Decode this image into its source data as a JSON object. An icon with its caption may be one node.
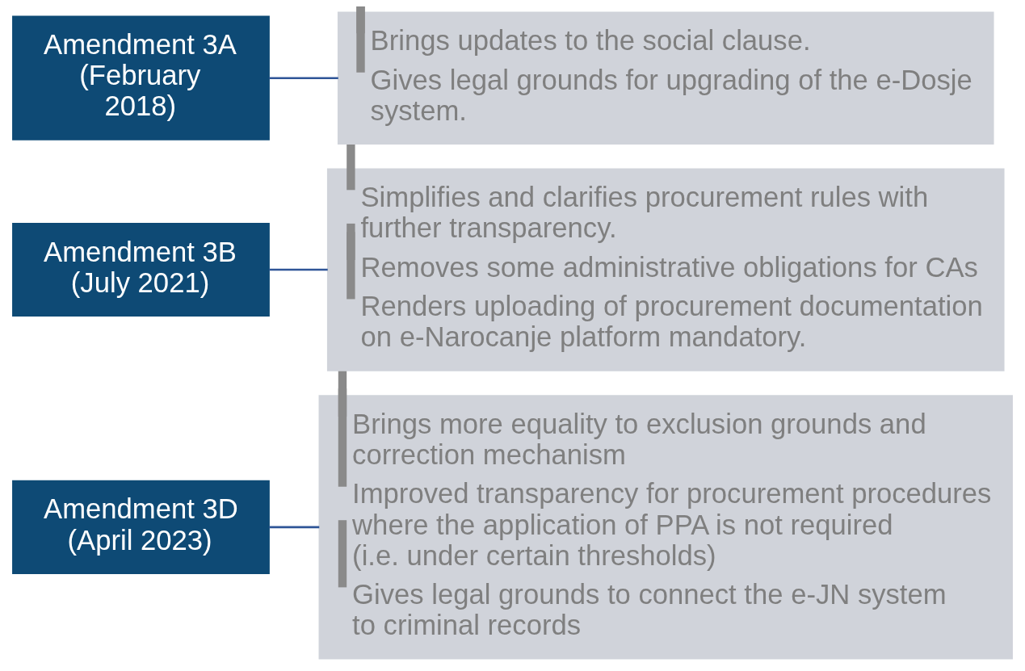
{
  "diagram": {
    "nodes": [
      {
        "text": [
          "Amendment 3A (February 2018)"
        ]
      },
      {
        "text": [
          "Brings updates to the social clause.",
          "Gives legal grounds for upgrading of the e-Dosje system."
        ]
      },
      {
        "text": [
          "Amendment 3B (July 2021)"
        ]
      },
      {
        "text": [
          "Simplifies and clarifies procurement rules with further transparency.",
          "Removes some administrative obligations for CAs",
          "Renders uploading of procurement documentation on e-Narocanje platform mandatory."
        ]
      },
      {
        "text": [
          "Amendment 3D (April 2023)"
        ]
      },
      {
        "text": [
          "Brings more equality to exclusion grounds and correction mechanism",
          "Improved transparency for procurement procedures where the application of PPA is not required (i.e. under certain thresholds)",
          "Gives legal grounds to connect the e-JN system to criminal records"
        ]
      }
    ],
    "edges": [
      {
        "from": 0,
        "to": 1,
        "arrow": "none"
      },
      {
        "from": 2,
        "to": 3,
        "arrow": "none"
      },
      {
        "from": 4,
        "to": 5,
        "arrow": "none"
      }
    ]
  }
}
